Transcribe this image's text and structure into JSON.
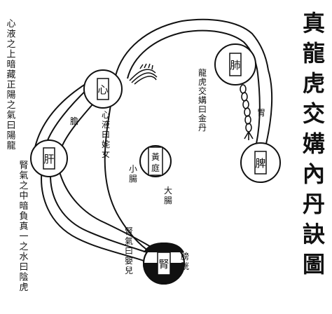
{
  "title": "真龍虎交媾內丹訣圖",
  "side_text": {
    "col1": "心液之上暗藏正陽之氣曰陽龍",
    "col2": "腎氣之中暗負真一之水曰陰虎"
  },
  "organs": {
    "heart": "心",
    "lung": "肺",
    "spleen": "脾",
    "liver": "肝",
    "kidney": "腎",
    "yellow_court": "黃庭"
  },
  "labels": {
    "heart_fluid": "心液曰姹女",
    "gallbladder": "膽",
    "small_intestine": "小腸",
    "large_intestine": "大腸",
    "kidney_qi": "腎氣曰嬰兒",
    "bladder": "膀胱",
    "stomach": "胃",
    "dragon_tiger": "龍虎交媾曰金丹"
  }
}
